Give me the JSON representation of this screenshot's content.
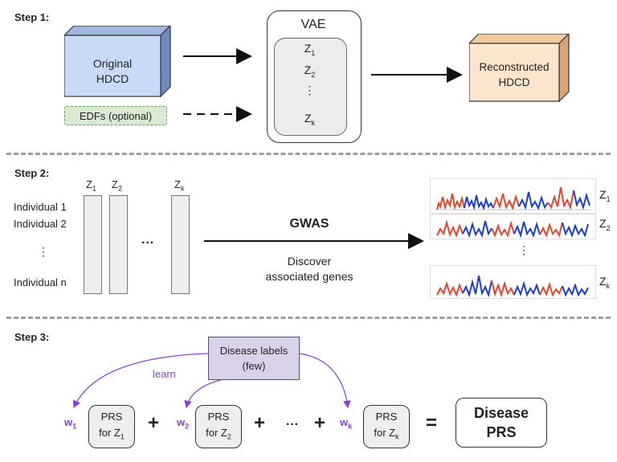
{
  "step1": {
    "title": "Step 1:",
    "original": {
      "line1": "Original",
      "line2": "HDCD"
    },
    "edfs": "EDFs (optional)",
    "vae": {
      "title": "VAE",
      "latents": [
        "Z",
        "Z",
        "⋮",
        "Z"
      ],
      "subs": [
        "1",
        "2",
        "",
        "k"
      ]
    },
    "reconstructed": {
      "line1": "Reconstructed",
      "line2": "HDCD"
    }
  },
  "step2": {
    "title": "Step 2:",
    "z_headers": [
      {
        "z": "Z",
        "sub": "1"
      },
      {
        "z": "Z",
        "sub": "2"
      },
      {
        "z": "Z",
        "sub": "k"
      }
    ],
    "individuals": [
      "Individual 1",
      "Individual 2",
      "⋮",
      "Individual n"
    ],
    "ellipsis": "···",
    "gwas": "GWAS",
    "discover": {
      "line1": "Discover",
      "line2": "associated genes"
    },
    "plot_labels": [
      {
        "z": "Z",
        "sub": "1"
      },
      {
        "z": "Z",
        "sub": "2"
      },
      {
        "z": "Z",
        "sub": "k"
      }
    ],
    "vdots": "⋮"
  },
  "step3": {
    "title": "Step 3:",
    "disease_labels": {
      "line1": "Disease labels",
      "line2": "(few)"
    },
    "learn": "learn",
    "weights": [
      {
        "w": "w",
        "sub": "1"
      },
      {
        "w": "w",
        "sub": "2"
      },
      {
        "w": "w",
        "sub": "k"
      }
    ],
    "prs": [
      {
        "line1": "PRS",
        "line2": "for Z",
        "sub": "1"
      },
      {
        "line1": "PRS",
        "line2": "for Z",
        "sub": "2"
      },
      {
        "line1": "PRS",
        "line2": "for Z",
        "sub": "k"
      }
    ],
    "ops": [
      "+",
      "+",
      "···",
      "+",
      "="
    ],
    "result": {
      "line1": "Disease",
      "line2": "PRS"
    }
  },
  "colors": {
    "original": "#c9daf8",
    "reconstructed": "#fce5cd",
    "edfs": "#d9ead3",
    "disease": "#d9d2e9",
    "accent_purple": "#8b3fe0",
    "gwas_red": "#e8452c",
    "gwas_blue": "#1a3fd8"
  }
}
